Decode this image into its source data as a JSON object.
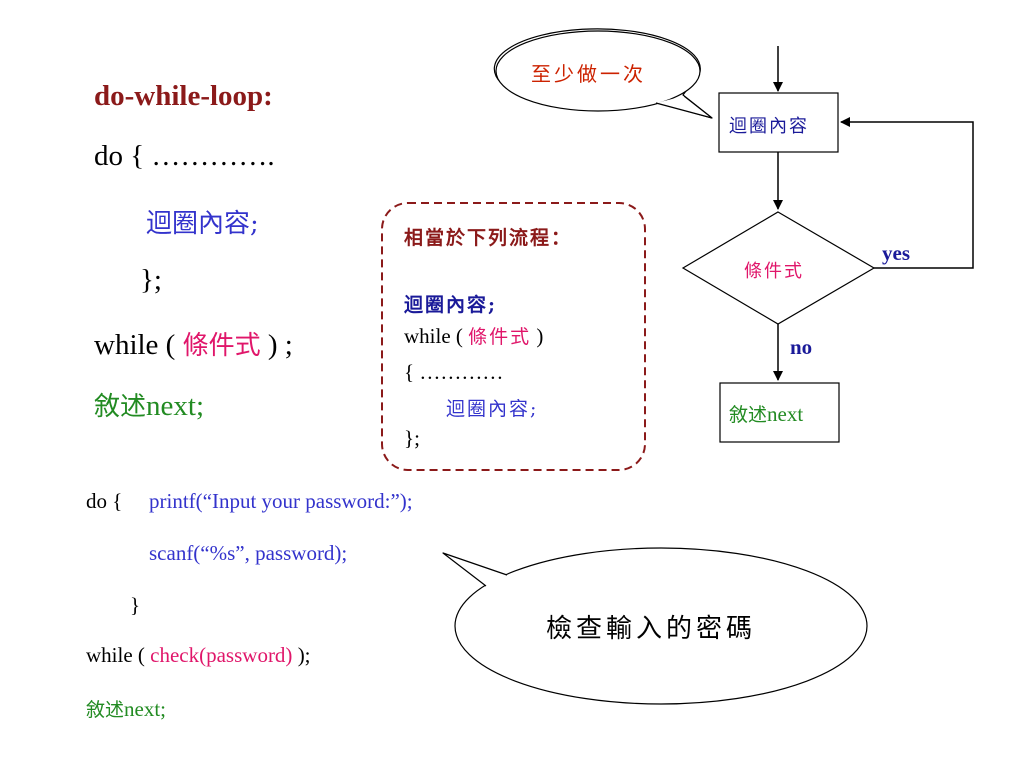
{
  "colors": {
    "maroon": "#8B1A1A",
    "blue": "#3333CC",
    "pink": "#E0166A",
    "green": "#228B22",
    "darkblue": "#1A1A99",
    "red": "#CC2200",
    "dash_border": "#8B1A1A"
  },
  "syntax": {
    "title": "do-while-loop:",
    "do_open": "do { ………….",
    "body": "迴圈內容;",
    "close": "};",
    "while_prefix": "while ( ",
    "condition": "條件式",
    "while_suffix": " ) ;",
    "next_cjk": "敘述",
    "next_latin": "next;"
  },
  "equivalent_box": {
    "heading": "相當於下列流程：",
    "body_bold": "迴圈內容;",
    "while_prefix": "while ( ",
    "condition": "條件式",
    "while_suffix": " )",
    "brace_open": "{ …………",
    "inner_body": "迴圈內容;",
    "close": "};"
  },
  "flowchart": {
    "callout_top": "至少做一次",
    "loop_body": "迴圈內容",
    "condition": "條件式",
    "yes_label": "yes",
    "no_label": "no",
    "next_cjk": "敘述",
    "next_latin": "next"
  },
  "example": {
    "do_label": "do {",
    "line1": "printf(“Input your password:”);",
    "line2": "scanf(“%s”, password);",
    "close_brace": "}",
    "while_prefix": "while ( ",
    "condition": "check(password)",
    "while_suffix": " );",
    "next_cjk": "敘述",
    "next_latin": "next;"
  },
  "callout_bottom": "檢查輸入的密碼"
}
